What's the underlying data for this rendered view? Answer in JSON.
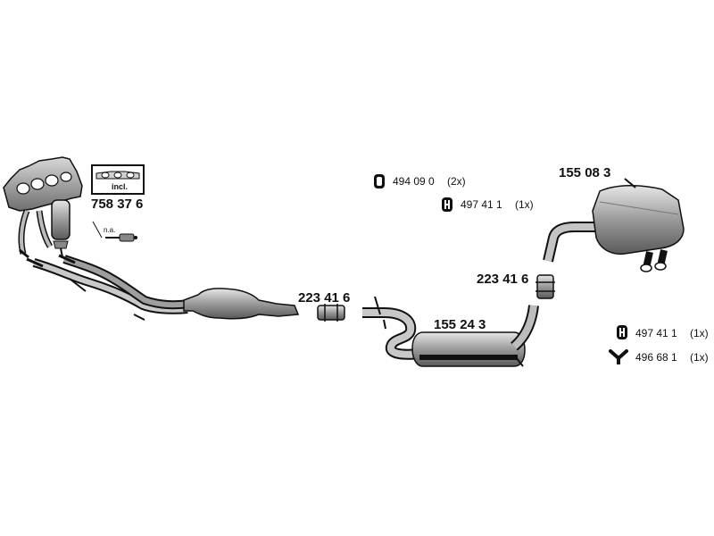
{
  "incl_label": "incl.",
  "na_label": "n.a.",
  "part_numbers": {
    "manifold_kit": "758 37 6",
    "front_clamp": "223 41 6",
    "middle_silencer": "155 24 3",
    "rear_clamp": "223 41 6",
    "rear_silencer": "155 08 3"
  },
  "hardware": [
    {
      "code": "494 09 0",
      "qty": "(2x)",
      "icon": "rubber-mount-icon"
    },
    {
      "code": "497 41 1",
      "qty": "(1x)",
      "icon": "rubber-hanger-icon"
    },
    {
      "code": "497 41 1",
      "qty": "(1x)",
      "icon": "rubber-hanger-icon"
    },
    {
      "code": "496 68 1",
      "qty": "(1x)",
      "icon": "y-hanger-icon"
    }
  ]
}
